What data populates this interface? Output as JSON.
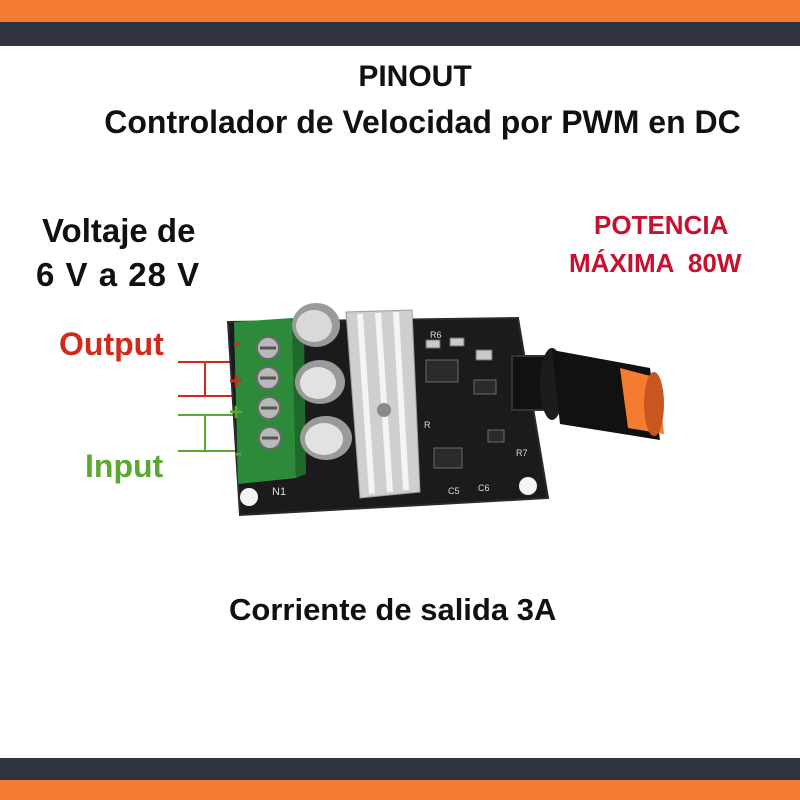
{
  "header": {
    "line1": "PINOUT",
    "line2": "Controlador de Velocidad por PWM en DC"
  },
  "specs": {
    "voltage_line1": "Voltaje de",
    "voltage_line2": "6 V a 28 V",
    "power_line1": "POTENCIA",
    "power_line2": "MÁXIMA  80W",
    "current": "Corriente de salida 3A"
  },
  "pins": {
    "output_label": "Output",
    "input_label": "Input",
    "plus": "+",
    "minus": "-"
  },
  "board": {
    "silk_n1": "N1",
    "silk_r6": "R6",
    "silk_r7": "R7",
    "silk_c5": "C5",
    "silk_c6": "C6",
    "silk_r": "R"
  },
  "colors": {
    "band_orange": "#f47c30",
    "band_dark": "#2e3440",
    "output_red": "#d12a1a",
    "input_green": "#5aa832",
    "power_red": "#c8102e"
  }
}
